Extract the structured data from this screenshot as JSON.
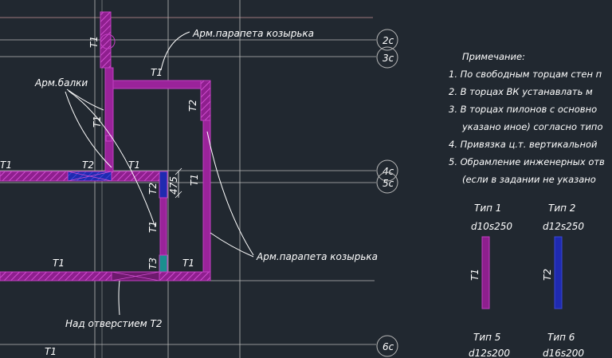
{
  "colors": {
    "background": "#212830",
    "wall": "#8e1f8e",
    "wall_fill": "#b12ab1",
    "t2_blue": "#1f2ab0",
    "t3_teal": "#1a8f8f",
    "grid": "#b9b9b9",
    "leader": "#ffffff",
    "top_line": "#c79595"
  },
  "axes": [
    {
      "id": "2c",
      "label": "2c"
    },
    {
      "id": "3c",
      "label": "3c"
    },
    {
      "id": "4c",
      "label": "4c"
    },
    {
      "id": "5c",
      "label": "5c"
    },
    {
      "id": "6c",
      "label": "6c"
    }
  ],
  "labels": {
    "parapet_top": "Арм.парапета козырька",
    "parapet_right": "Арм.парапета козырька",
    "beam": "Арм.балки",
    "opening": "Над отверстием Т2",
    "dim_475": "475"
  },
  "wall_tags": {
    "t1_top_col": "Т1",
    "t1_top_beam": "Т1",
    "t2_right_col": "Т2",
    "t1_mid_col": "Т1",
    "t1_left": "Т1",
    "t2_mid": "Т2",
    "t1_mid": "Т1",
    "t2_vert": "Т2",
    "t1_vert_right": "Т1",
    "t1_lower_col": "Т1",
    "t1_bottom_left": "Т1",
    "t3_vert": "Т3",
    "t1_bottom_right": "Т1",
    "t1_far_bottom": "Т1"
  },
  "notes": {
    "title": "Примечание:",
    "items": [
      "1. По свободным торцам стен п",
      "2. В торцах ВК устанавлать м",
      "3. В торцах пилонов с основно",
      "указано иное) согласно типо",
      "4. Привязка ц.т. вертикальной",
      "5. Обрамление инженерных отв",
      "(если в задании не указано"
    ]
  },
  "types": [
    {
      "name": "Тип 1",
      "spec": "d10s250",
      "tag": "Т1",
      "color": "purple"
    },
    {
      "name": "Тип 2",
      "spec": "d12s250",
      "tag": "Т2",
      "color": "blue"
    },
    {
      "name": "Тип 5",
      "spec": "d12s200"
    },
    {
      "name": "Тип 6",
      "spec": "d16s200"
    }
  ]
}
